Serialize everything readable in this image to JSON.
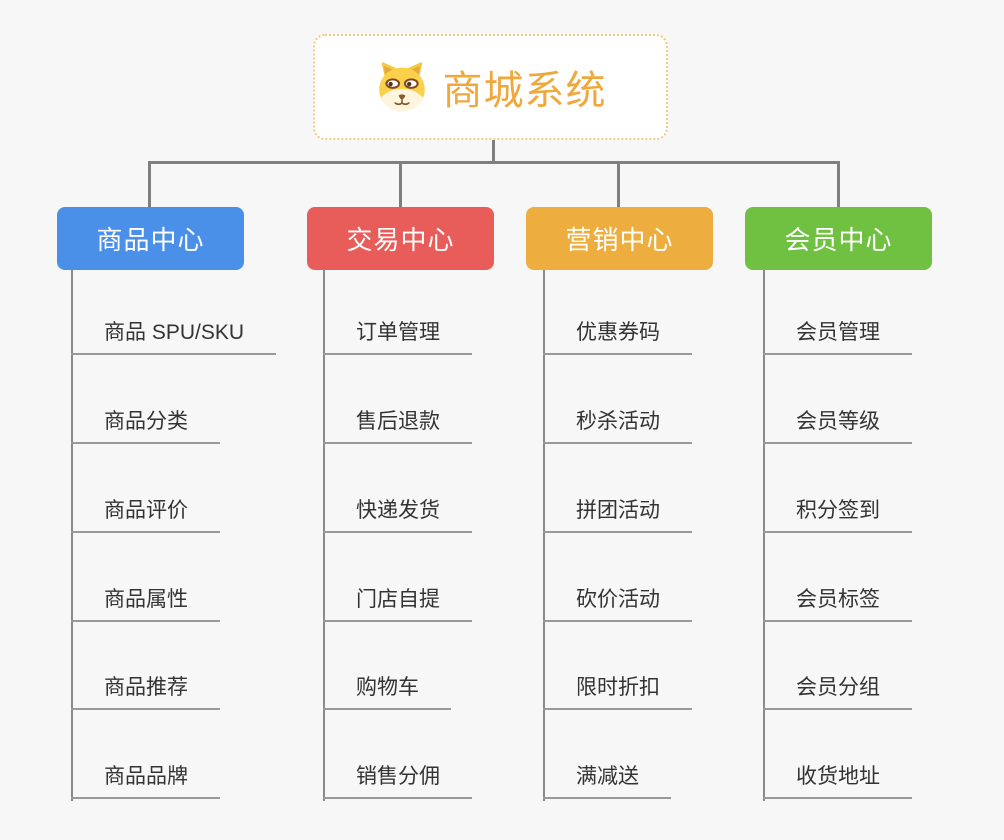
{
  "root": {
    "title": "商城系统",
    "icon": "dog-icon",
    "title_color": "#F0A83C",
    "border_color": "#f1c884"
  },
  "connector_color": "#7f7f7f",
  "underline_color": "#999999",
  "branches": [
    {
      "label": "商品中心",
      "color": "#4B90E8",
      "children": [
        "商品 SPU/SKU",
        "商品分类",
        "商品评价",
        "商品属性",
        "商品推荐",
        "商品品牌"
      ]
    },
    {
      "label": "交易中心",
      "color": "#E85C5A",
      "children": [
        "订单管理",
        "售后退款",
        "快递发货",
        "门店自提",
        "购物车",
        "销售分佣"
      ]
    },
    {
      "label": "营销中心",
      "color": "#EDAE3F",
      "children": [
        "优惠券码",
        "秒杀活动",
        "拼团活动",
        "砍价活动",
        "限时折扣",
        "满减送"
      ]
    },
    {
      "label": "会员中心",
      "color": "#70C141",
      "children": [
        "会员管理",
        "会员等级",
        "积分签到",
        "会员标签",
        "会员分组",
        "收货地址"
      ]
    }
  ]
}
